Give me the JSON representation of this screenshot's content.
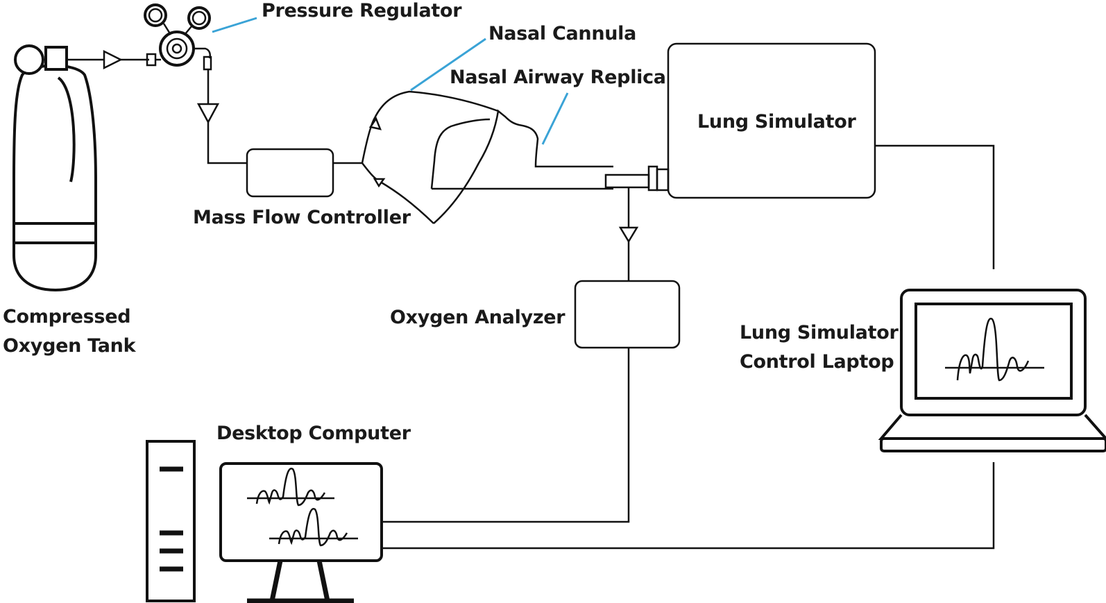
{
  "labels": {
    "pressure_regulator": "Pressure Regulator",
    "nasal_cannula": "Nasal Cannula",
    "nasal_airway_replica": "Nasal Airway Replica",
    "lung_simulator": "Lung Simulator",
    "mass_flow_controller": "Mass Flow Controller",
    "compressed_oxygen_tank_line1": "Compressed",
    "compressed_oxygen_tank_line2": "Oxygen Tank",
    "oxygen_analyzer": "Oxygen Analyzer",
    "lung_simulator_control_laptop_line1": "Lung Simulator",
    "lung_simulator_control_laptop_line2": "Control Laptop",
    "desktop_computer": "Desktop Computer"
  },
  "colors": {
    "line": "#111111",
    "leader": "#3aa3d6",
    "background": "#ffffff"
  }
}
